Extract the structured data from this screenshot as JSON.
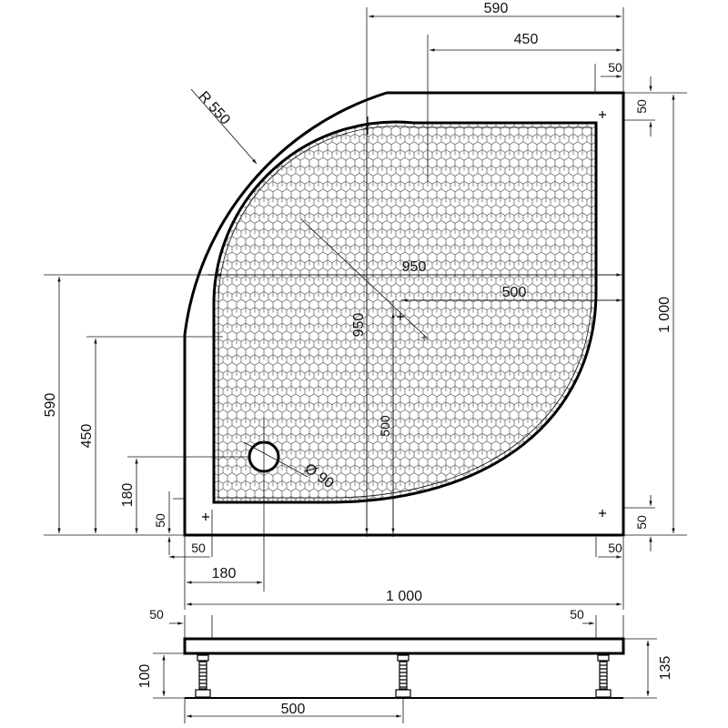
{
  "plan_dimensions": {
    "overall_width": "1 000",
    "overall_depth": "1 000",
    "top_590": "590",
    "top_450": "450",
    "top_margin_50": "50",
    "right_margin_50": "50",
    "radius": "R 550",
    "inner_width": "950",
    "inner_depth": "950",
    "inner_half_500_h": "500",
    "inner_half_500_v": "500",
    "left_590": "590",
    "left_450": "450",
    "left_180": "180",
    "left_margin_50": "50",
    "drain_diameter": "Ø 90",
    "bottom_margin_50_left": "50",
    "bottom_180": "180",
    "bottom_margin_50_right": "50",
    "bottom_right_50": "50"
  },
  "elevation_dimensions": {
    "overall_width": "1 000",
    "left_50": "50",
    "right_50": "50",
    "height_100": "100",
    "height_135": "135",
    "leg_500": "500"
  },
  "colors": {
    "line": "#000000",
    "pattern": "#555555",
    "background": "#ffffff"
  }
}
